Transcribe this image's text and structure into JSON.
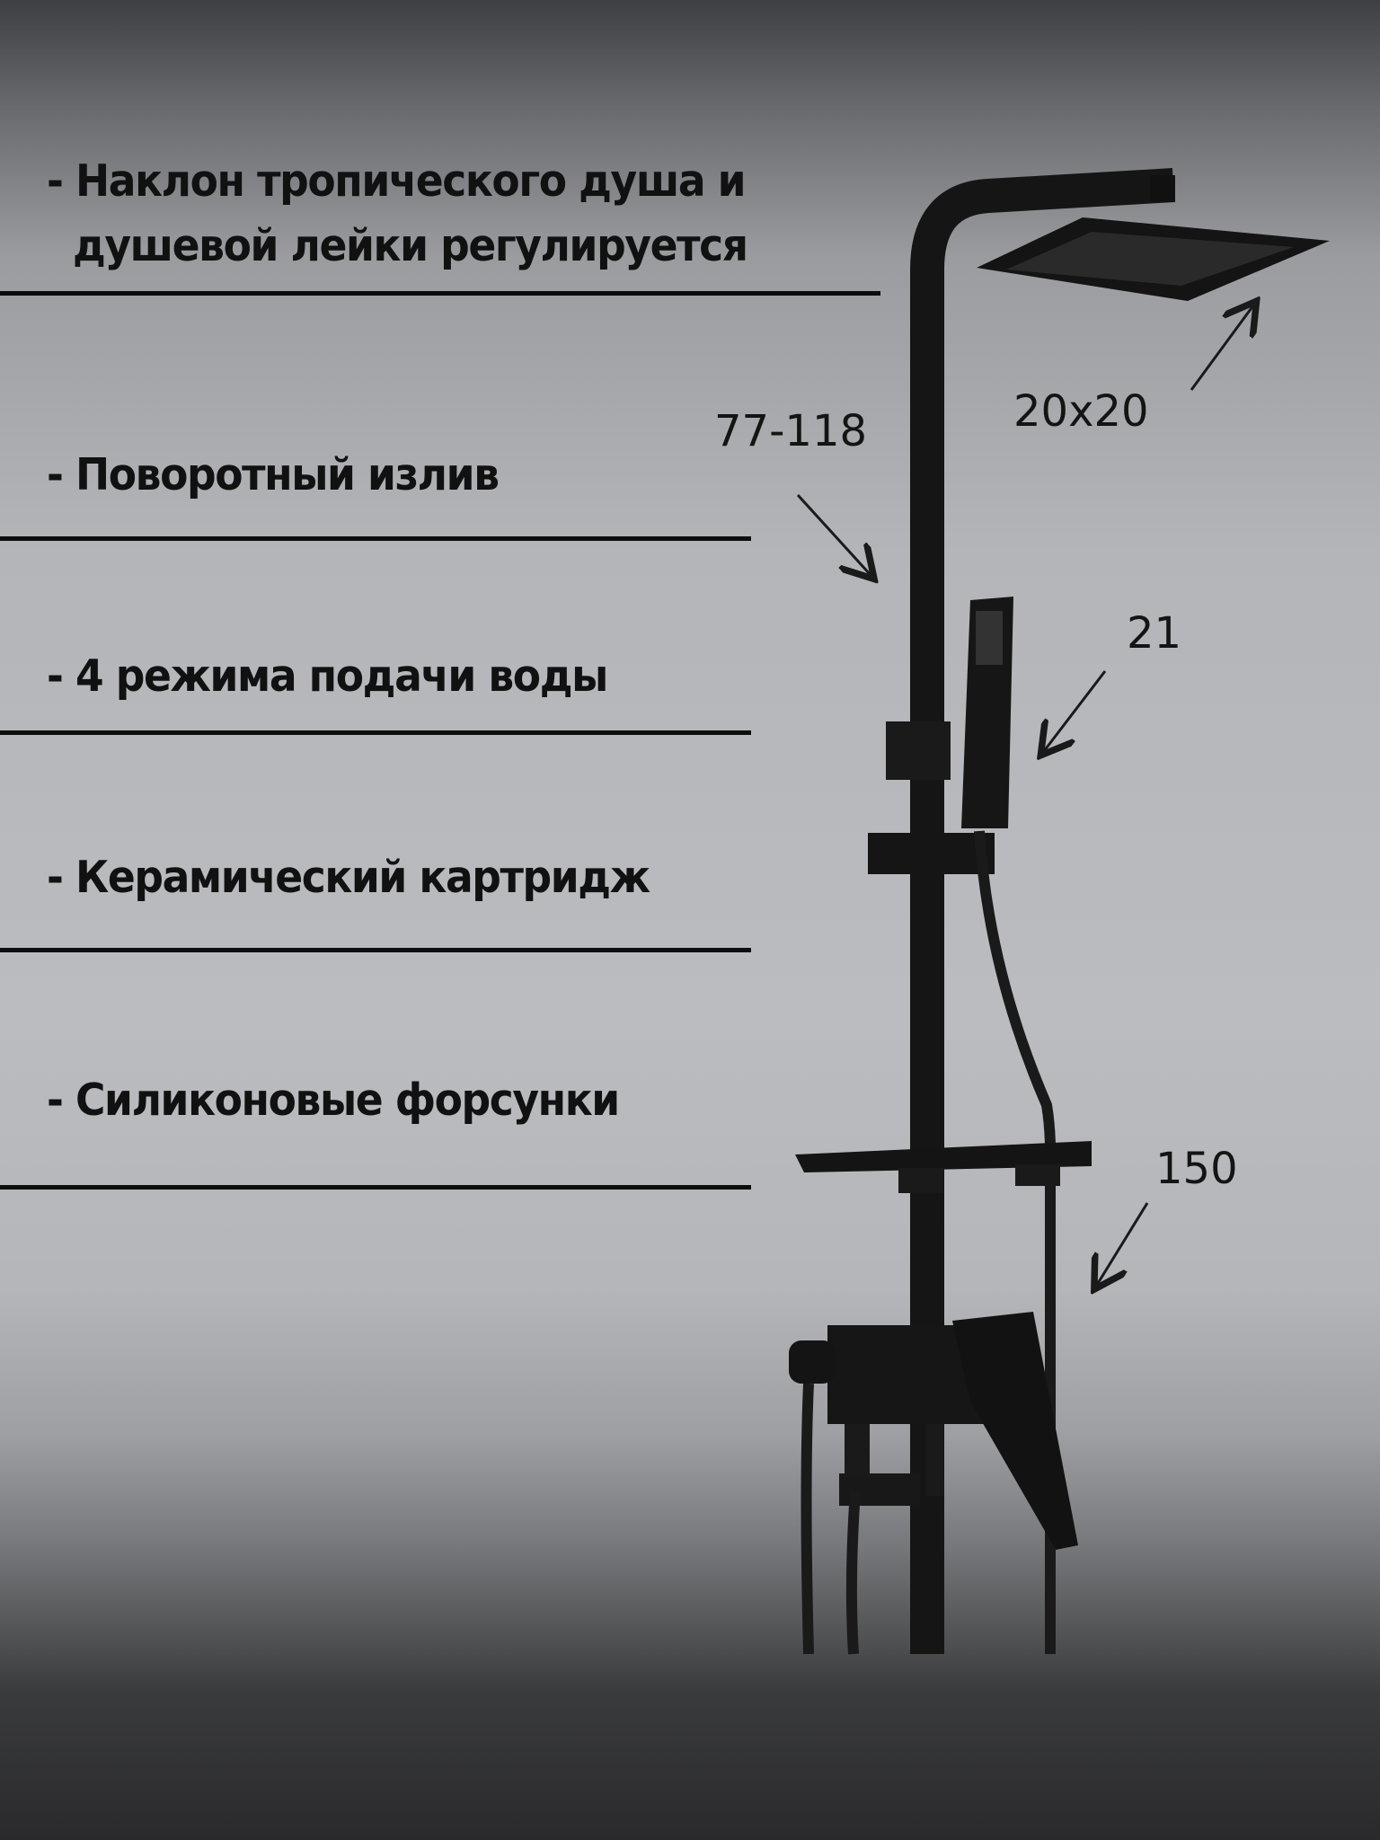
{
  "features": [
    {
      "line1": "- Наклон тропического душа и",
      "line2": "  душевой лейки регулируется"
    },
    {
      "line1": "- Поворотный излив"
    },
    {
      "line1": "- 4 режима подачи воды"
    },
    {
      "line1": "- Керамический картридж"
    },
    {
      "line1": "- Силиконовые форсунки"
    }
  ],
  "dimensions": {
    "rail_height": "77-118",
    "head_size": "20x20",
    "handheld_length": "21",
    "hose_length": "150"
  }
}
